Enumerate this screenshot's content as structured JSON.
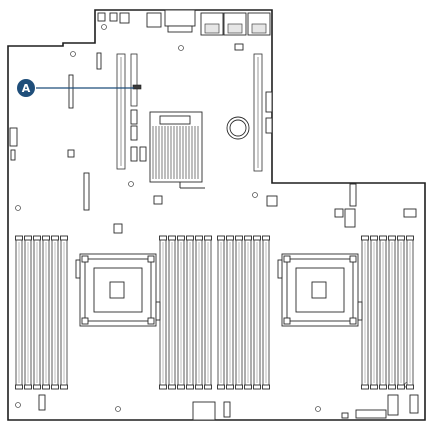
{
  "callout": {
    "label": "A",
    "color": "#1f4e7a",
    "target": "onboard-header-near-pcie-riser"
  },
  "board": {
    "description_visible": false,
    "cpu_sockets": 2,
    "dimm_slots_per_bank": 6,
    "dimm_banks": 4
  },
  "colors": {
    "outline": "#1e1e1e",
    "fill": "#ffffff",
    "callout": "#1f4e7a"
  }
}
